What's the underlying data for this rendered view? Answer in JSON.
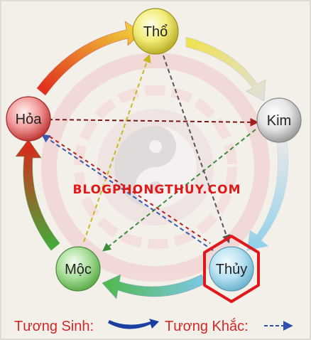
{
  "diagram": {
    "watermark": "BLOGPHONGTHUY.COM",
    "nodes": {
      "tho": "Thổ",
      "kim": "Kim",
      "thuy": "Thủy",
      "moc": "Mộc",
      "hoa": "Hỏa"
    },
    "highlighted_node": "Thủy",
    "legend": {
      "sinh": "Tương Sinh:",
      "khac": "Tương Khắc:"
    },
    "colors": {
      "highlight": "#e0181c",
      "legend_text": "#d02828",
      "sinh_arrow": "#1a3fa0",
      "khac_arrow": "#2f4fb0"
    }
  }
}
